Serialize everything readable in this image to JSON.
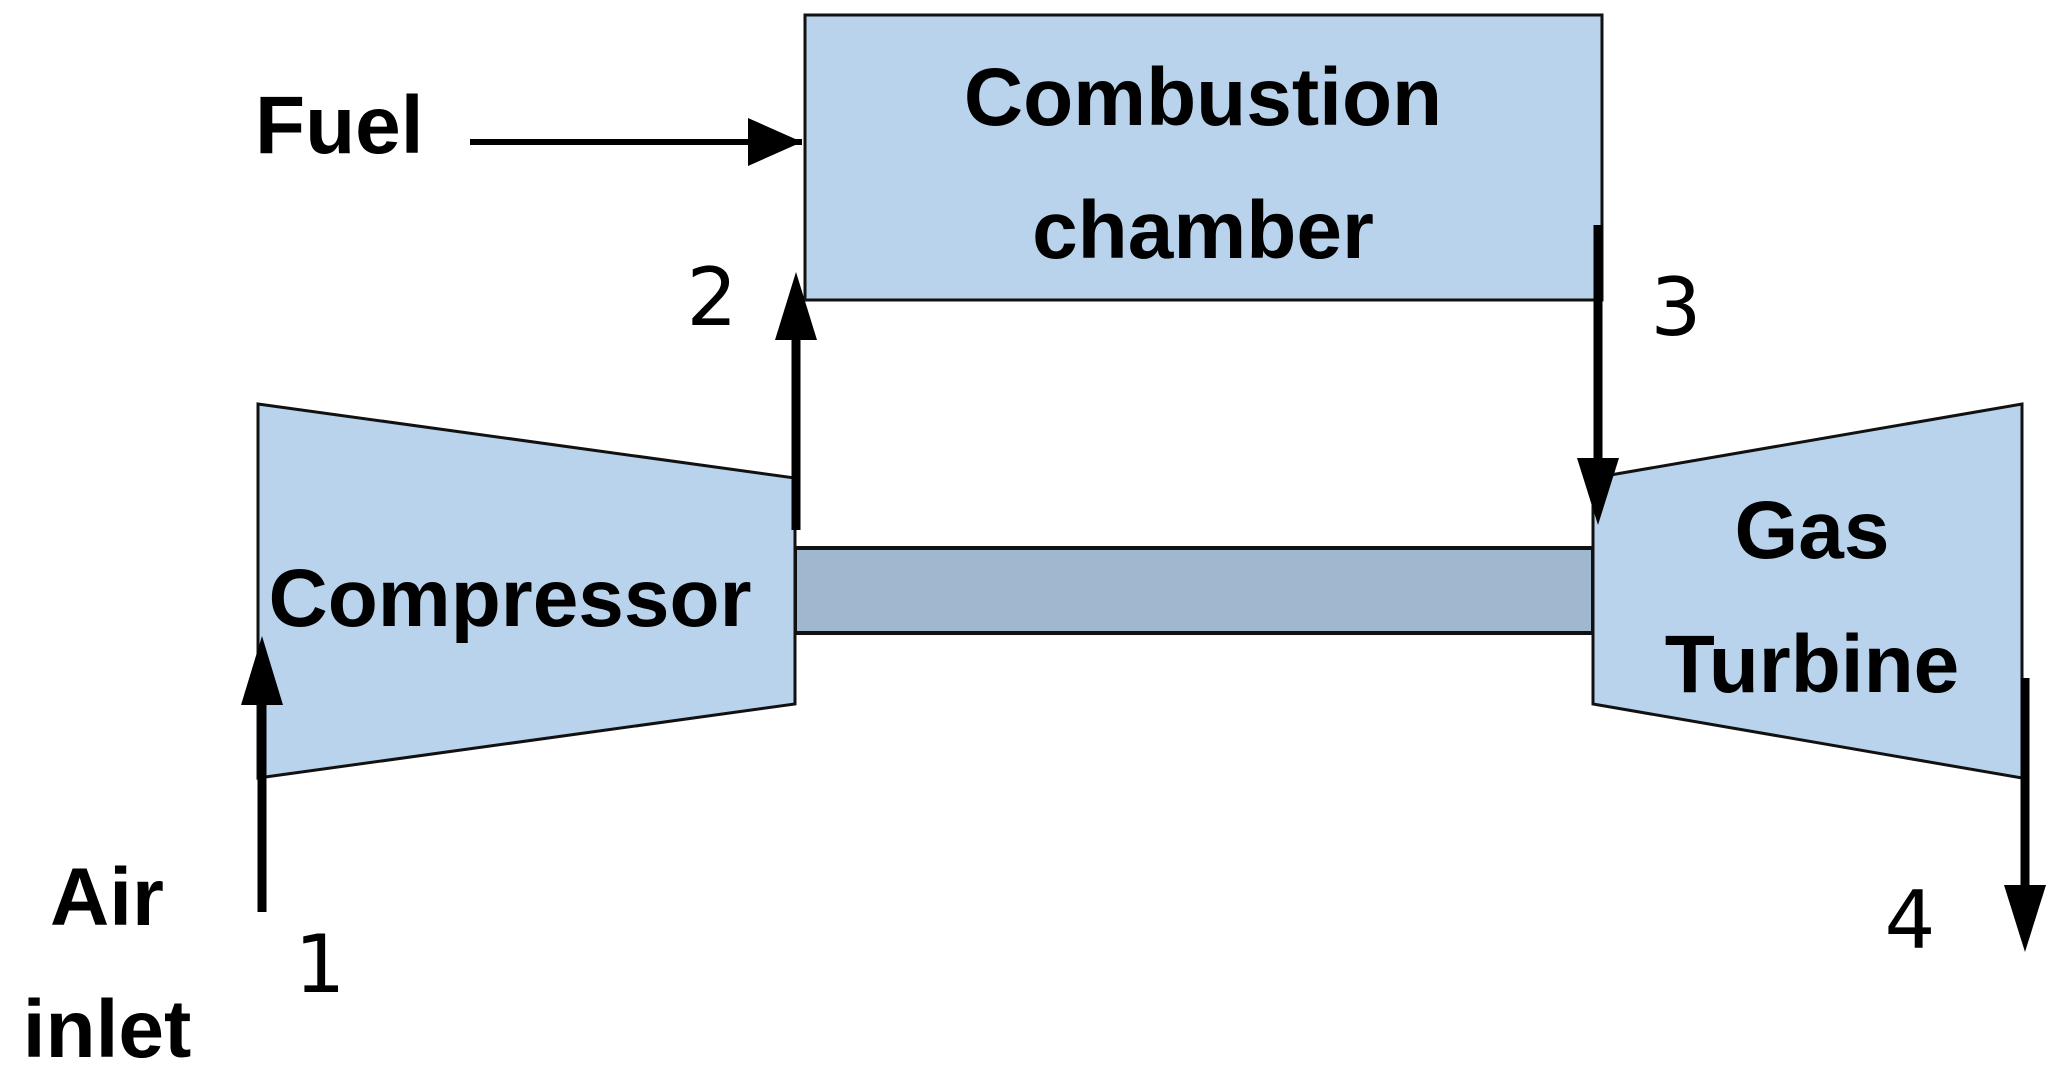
{
  "diagram": {
    "colors": {
      "component_fill": "#b9d3ec",
      "shaft_fill": "#a0b7d0",
      "stroke": "#111111",
      "arrow": "#000000"
    },
    "labels": {
      "fuel": "Fuel",
      "combustion_line1": "Combustion",
      "combustion_line2": "chamber",
      "compressor": "Compressor",
      "turbine_line1": "Gas",
      "turbine_line2": "Turbine",
      "air_line1": "Air",
      "air_line2": "inlet"
    },
    "state_points": {
      "p1": "1",
      "p2": "2",
      "p3": "3",
      "p4": "4"
    }
  }
}
